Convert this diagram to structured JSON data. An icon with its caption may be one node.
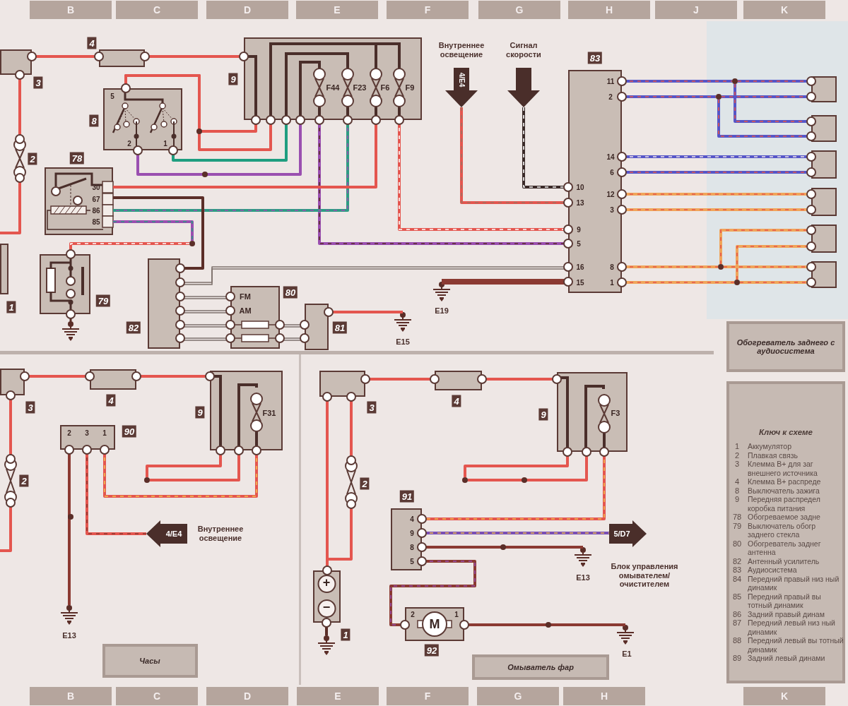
{
  "diagram": {
    "nodes": [
      {
        "text": [],
        "shape": "box",
        "beside": [
          "3"
        ]
      },
      {
        "text": [],
        "shape": "fuse",
        "beside": [
          "2"
        ]
      },
      {
        "text": [],
        "shape": "box",
        "beside": [
          "4"
        ]
      },
      {
        "text": [],
        "shape": "box",
        "beside": [
          "9"
        ]
      },
      {
        "text": [
          "F44"
        ],
        "in": 3
      },
      {
        "text": [
          "F23"
        ],
        "in": 3
      },
      {
        "text": [
          "F6"
        ],
        "in": 3
      },
      {
        "text": [
          "F9"
        ],
        "in": 3
      },
      {
        "text": [
          "5",
          "2",
          "1"
        ],
        "beside": [
          "8"
        ]
      },
      {
        "text": [
          "30",
          "67",
          "86",
          "85"
        ],
        "beside": [
          "78"
        ]
      },
      {
        "text": [],
        "shape": "box",
        "beside": [
          "79"
        ]
      },
      {
        "text": [],
        "shape": "box",
        "beside": [
          "82"
        ]
      },
      {
        "text": [
          "FM",
          "AM"
        ],
        "beside": [
          "80"
        ]
      },
      {
        "text": [],
        "shape": "box",
        "beside": [
          "81"
        ]
      },
      {
        "text": [],
        "shape": "ground",
        "beside": [
          "E15"
        ]
      },
      {
        "text": [],
        "shape": "ground",
        "beside": [
          "E19"
        ]
      },
      {
        "text": [
          "4/E4"
        ],
        "beside": [
          "Внутреннее освещение"
        ]
      },
      {
        "text": [],
        "shape": "arrow",
        "beside": [
          "Сигнал скорости"
        ]
      },
      {
        "text": [
          "11",
          "2",
          "14",
          "6",
          "12",
          "3",
          "8",
          "1",
          "10",
          "13",
          "9",
          "5",
          "16",
          "15"
        ],
        "beside": [
          "83"
        ]
      },
      {
        "text": [],
        "shape": "box"
      },
      {
        "text": [],
        "shape": "box"
      },
      {
        "text": [],
        "shape": "box"
      },
      {
        "text": [],
        "shape": "box"
      },
      {
        "text": [],
        "shape": "box"
      },
      {
        "text": [],
        "shape": "box"
      },
      {
        "text": [
          "Обогреватель заднего с аудиосистема"
        ]
      },
      {
        "text": [
          "Ключ к схеме",
          "1",
          "Аккумулятор",
          "2",
          "Плавкая связь",
          "3",
          "Клемма В+ для заг внешнего источника",
          "4",
          "Клемма В+ распреде",
          "8",
          "Выключатель зажига",
          "9",
          "Передняя распредел коробка питания",
          "78",
          "Обогреваемое задне",
          "79",
          "Выключатель обогр заднего стекла",
          "80",
          "Обогреватель заднег антенна",
          "82",
          "Антенный усилитель",
          "83",
          "Аудиосистема",
          "84",
          "Передний правый низ ный динамик",
          "85",
          "Передний правый вы тотный динамик",
          "86",
          "Задний правый динам",
          "87",
          "Передний левый низ ный динамик",
          "88",
          "Передний левый вы тотный динамик",
          "89",
          "Задний левый динами"
        ]
      },
      {
        "text": [],
        "shape": "box",
        "beside": [
          "3"
        ]
      },
      {
        "text": [],
        "shape": "fuse",
        "beside": [
          "2"
        ]
      },
      {
        "text": [],
        "shape": "box",
        "beside": [
          "4"
        ]
      },
      {
        "text": [],
        "shape": "box",
        "beside": [
          "9"
        ]
      },
      {
        "text": [
          "F31"
        ],
        "in": 30
      },
      {
        "text": [
          "2",
          "3",
          "1"
        ],
        "beside": [
          "90"
        ]
      },
      {
        "text": [
          "4/E4"
        ],
        "beside": [
          "Внутреннее освещение"
        ]
      },
      {
        "text": [],
        "shape": "ground",
        "beside": [
          "E13"
        ]
      },
      {
        "text": [
          "Часы"
        ]
      },
      {
        "text": [],
        "shape": "dot"
      },
      {
        "text": [],
        "shape": "box",
        "beside": [
          "3"
        ]
      },
      {
        "text": [],
        "shape": "fuse",
        "beside": [
          "2"
        ]
      },
      {
        "text": [
          "+",
          "−"
        ],
        "beside": [
          "1"
        ]
      },
      {
        "text": [],
        "shape": "ground"
      },
      {
        "text": [],
        "shape": "box",
        "beside": [
          "4"
        ]
      },
      {
        "text": [],
        "shape": "box",
        "beside": [
          "9"
        ]
      },
      {
        "text": [
          "F3"
        ],
        "in": 42
      },
      {
        "text": [
          "4",
          "9",
          "8",
          "5"
        ],
        "beside": [
          "91"
        ]
      },
      {
        "text": [
          "5/D7"
        ],
        "beside": [
          "Блок управления омывателем/ очистителем"
        ]
      },
      {
        "text": [],
        "shape": "ground",
        "beside": [
          "E13"
        ]
      },
      {
        "text": [
          "2",
          "M",
          "1"
        ],
        "beside": [
          "92"
        ]
      },
      {
        "text": [],
        "shape": "ground",
        "beside": [
          "E1"
        ]
      },
      {
        "text": [
          "Омыватель фар"
        ]
      },
      {
        "text": [],
        "shape": "dot"
      },
      {
        "text": [],
        "shape": "ground"
      },
      {
        "text": [],
        "shape": "dot"
      },
      {
        "text": [],
        "shape": "box",
        "beside": [
          "1"
        ]
      },
      {
        "text": [],
        "shape": "dot"
      },
      {
        "text": [],
        "shape": "dot"
      },
      {
        "text": [],
        "shape": "dot"
      },
      {
        "text": [],
        "shape": "dot"
      }
    ],
    "edges": [
      {
        "from": 0,
        "to": 2,
        "arrow": "none"
      },
      {
        "from": 2,
        "to": 3,
        "arrow": "none"
      },
      {
        "from": 0,
        "to": 1,
        "arrow": "none"
      },
      {
        "from": 1,
        "to": null,
        "arrow": "none"
      },
      {
        "from": 8,
        "to": 3,
        "arrow": "none"
      },
      {
        "from": 8,
        "to": 3,
        "arrow": "none"
      },
      {
        "from": 8,
        "to": 3,
        "arrow": "none",
        "color": "#1f9e80"
      },
      {
        "from": 8,
        "to": 3,
        "arrow": "none",
        "color": "#9a4fb0"
      },
      {
        "from": 4,
        "to": 18,
        "arrow": "none",
        "color": "#9a4fb0"
      },
      {
        "from": 5,
        "to": 9,
        "arrow": "none",
        "color": "#2e9c84"
      },
      {
        "from": 6,
        "to": 9,
        "arrow": "none"
      },
      {
        "from": 7,
        "to": 18,
        "arrow": "none"
      },
      {
        "from": 9,
        "to": 11,
        "arrow": "none",
        "color": "#5b2e28"
      },
      {
        "from": 9,
        "to": 52,
        "arrow": "none",
        "color": "#9a4fb0"
      },
      {
        "from": 52,
        "to": 10,
        "arrow": "none"
      },
      {
        "from": 10,
        "to": 51,
        "arrow": "none",
        "color": "#5b2e28"
      },
      {
        "from": 11,
        "to": 18,
        "arrow": "none",
        "color": "#7d716c"
      },
      {
        "from": 11,
        "to": 12,
        "arrow": "none",
        "color": "#7d716c"
      },
      {
        "from": 11,
        "to": 12,
        "arrow": "none",
        "color": "#7d716c"
      },
      {
        "from": 11,
        "to": 12,
        "arrow": "none",
        "color": "#7d716c"
      },
      {
        "from": 11,
        "to": 12,
        "arrow": "none",
        "color": "#7d716c"
      },
      {
        "from": 12,
        "to": 13,
        "arrow": "none",
        "color": "#7d716c"
      },
      {
        "from": 12,
        "to": 13,
        "arrow": "none",
        "color": "#7d716c"
      },
      {
        "from": 13,
        "to": 14,
        "arrow": "none"
      },
      {
        "from": 16,
        "to": 18,
        "arrow": "none"
      },
      {
        "from": 17,
        "to": 18,
        "arrow": "none",
        "color": "#3a2a28"
      },
      {
        "from": 18,
        "to": 15,
        "arrow": "none",
        "style": "thick",
        "color": "#8b3a32"
      },
      {
        "from": 18,
        "to": 54,
        "arrow": "none",
        "color": "#5656c8"
      },
      {
        "from": 54,
        "to": 20,
        "arrow": "none",
        "color": "#5656c8"
      },
      {
        "from": 18,
        "to": 55,
        "arrow": "none",
        "color": "#5656c8"
      },
      {
        "from": 55,
        "to": 20,
        "arrow": "none",
        "color": "#5656c8"
      },
      {
        "from": 18,
        "to": 21,
        "arrow": "none",
        "color": "#5656c8"
      },
      {
        "from": 18,
        "to": 21,
        "arrow": "none",
        "color": "#5656c8"
      },
      {
        "from": 18,
        "to": 22,
        "arrow": "none",
        "color": "#f0a55a"
      },
      {
        "from": 18,
        "to": 22,
        "arrow": "none",
        "color": "#f0a55a"
      },
      {
        "from": 18,
        "to": 56,
        "arrow": "none",
        "color": "#f0a55a"
      },
      {
        "from": 56,
        "to": 23,
        "arrow": "none",
        "color": "#f0a55a"
      },
      {
        "from": 18,
        "to": 57,
        "arrow": "none",
        "color": "#f0a55a"
      },
      {
        "from": 57,
        "to": 23,
        "arrow": "none",
        "color": "#f0a55a"
      },
      {
        "from": 27,
        "to": 29,
        "arrow": "none"
      },
      {
        "from": 29,
        "to": 30,
        "arrow": "none"
      },
      {
        "from": 27,
        "to": 28,
        "arrow": "none"
      },
      {
        "from": 28,
        "to": null,
        "arrow": "none"
      },
      {
        "from": 30,
        "to": 36,
        "arrow": "none"
      },
      {
        "from": 30,
        "to": 36,
        "arrow": "none"
      },
      {
        "from": 31,
        "to": 32,
        "arrow": "none"
      },
      {
        "from": 32,
        "to": 33,
        "arrow": "none"
      },
      {
        "from": 32,
        "to": 34,
        "arrow": "none",
        "color": "#8b3a32"
      },
      {
        "from": 37,
        "to": 41,
        "arrow": "none"
      },
      {
        "from": 41,
        "to": 42,
        "arrow": "none"
      },
      {
        "from": 37,
        "to": 39,
        "arrow": "none"
      },
      {
        "from": 37,
        "to": 38,
        "arrow": "none"
      },
      {
        "from": 38,
        "to": 39,
        "arrow": "none"
      },
      {
        "from": 39,
        "to": 40,
        "arrow": "none",
        "color": "#5b2e28"
      },
      {
        "from": 42,
        "to": 50,
        "arrow": "none"
      },
      {
        "from": 42,
        "to": 50,
        "arrow": "none"
      },
      {
        "from": 43,
        "to": 44,
        "arrow": "none"
      },
      {
        "from": 44,
        "to": 45,
        "arrow": "none",
        "color": "#7a4fb5"
      },
      {
        "from": 44,
        "to": 46,
        "arrow": "none",
        "color": "#8b3a32"
      },
      {
        "from": 44,
        "to": 47,
        "arrow": "none",
        "color": "#8b3a32"
      },
      {
        "from": 47,
        "to": 48,
        "arrow": "none",
        "color": "#8b3a32"
      },
      {
        "from": 54,
        "to": 19,
        "arrow": "none",
        "color": "#5656c8"
      },
      {
        "from": 55,
        "to": 19,
        "arrow": "none",
        "color": "#5656c8"
      },
      {
        "from": 56,
        "to": 24,
        "arrow": "none",
        "color": "#f0a55a"
      },
      {
        "from": 57,
        "to": 24,
        "arrow": "none",
        "color": "#f0a55a"
      }
    ],
    "labels": [
      "B",
      "C",
      "D",
      "E",
      "F",
      "G",
      "H",
      "J",
      "K",
      "B",
      "C",
      "D",
      "E",
      "F",
      "G",
      "H",
      "K"
    ]
  }
}
